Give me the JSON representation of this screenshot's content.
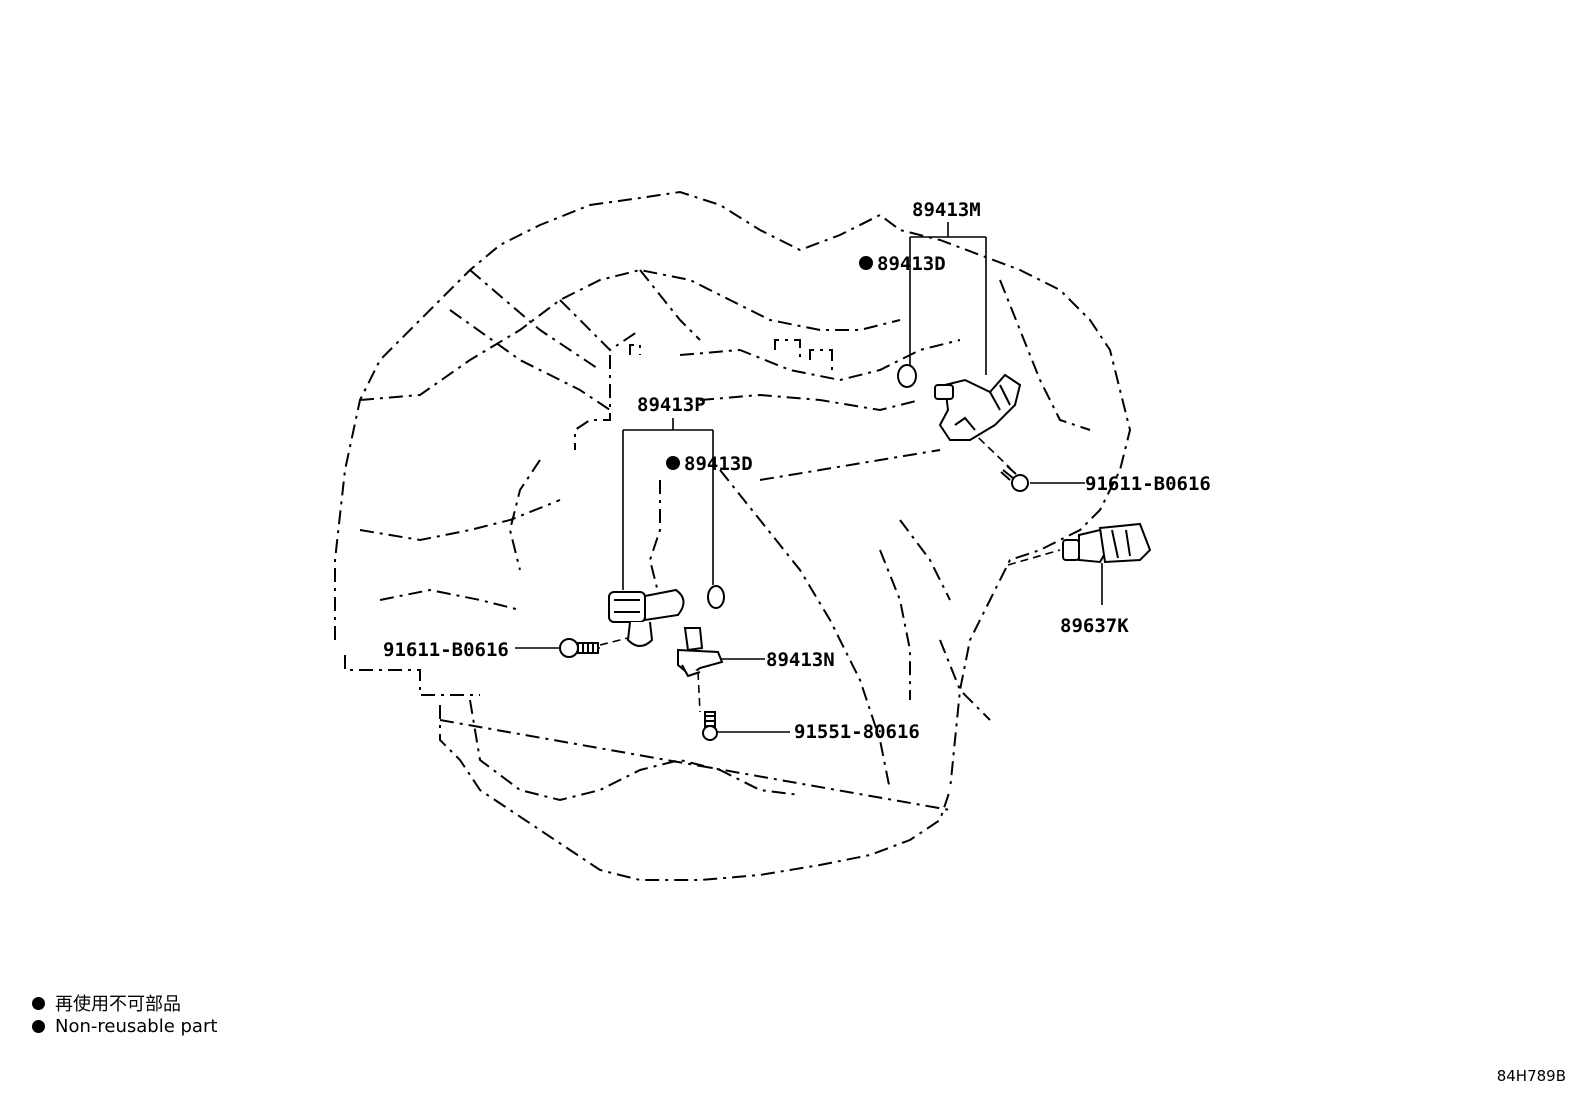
{
  "parts": {
    "sensor_m": "89413M",
    "oring_top": "89413D",
    "sensor_p": "89413P",
    "oring_mid": "89413D",
    "bolt_right": "91611-B0616",
    "switch": "89637K",
    "bolt_left": "91611-B0616",
    "sensor_n": "89413N",
    "bolt_bottom": "91551-80616"
  },
  "legend": {
    "jp": "再使用不可部品",
    "en": "Non-reusable part"
  },
  "diagram_code": "84H789B"
}
